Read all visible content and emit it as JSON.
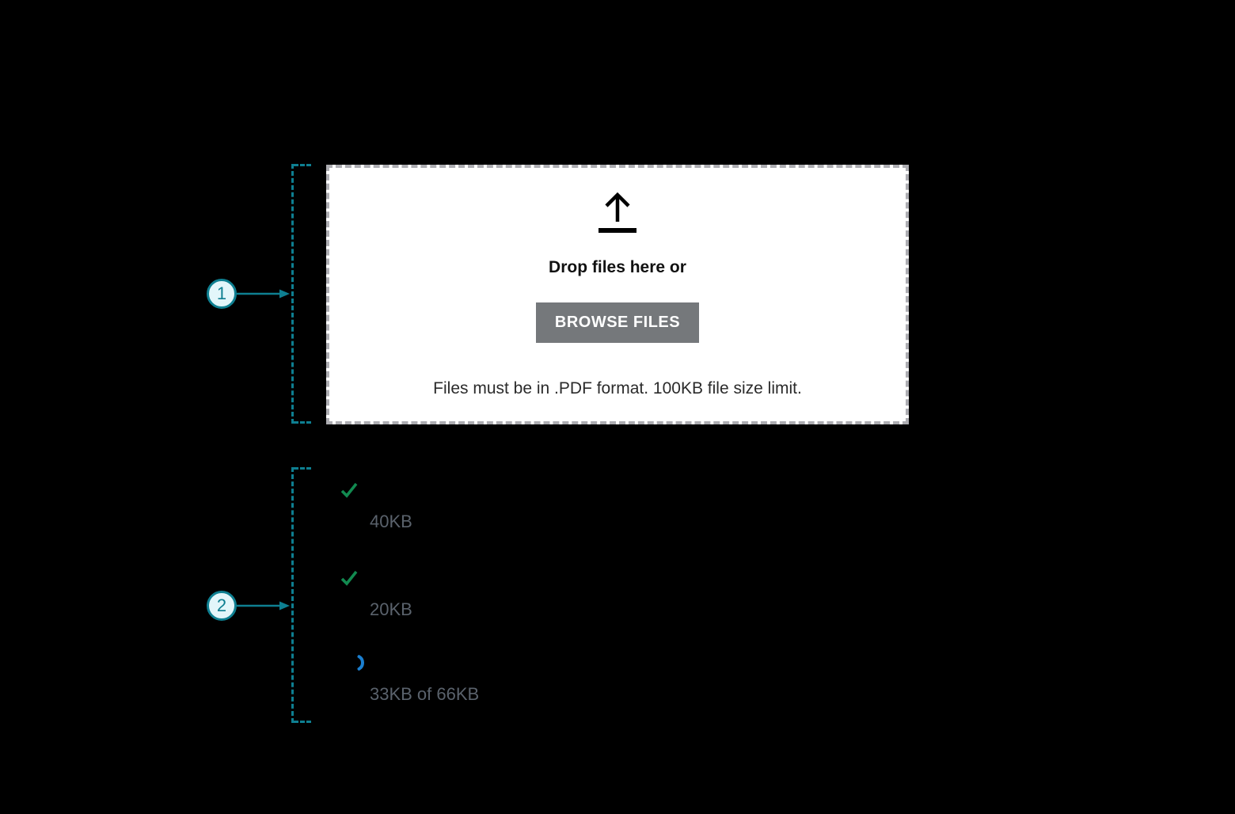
{
  "markers": [
    {
      "label": "1"
    },
    {
      "label": "2"
    }
  ],
  "dropzone": {
    "icon": "upload-arrow-icon",
    "title": "Drop files here or",
    "browse_button": "BROWSE FILES",
    "helper": "Files must be in .PDF format. 100KB file size limit."
  },
  "uploads": [
    {
      "icon": "check-icon",
      "status": "complete",
      "size": "40KB"
    },
    {
      "icon": "check-icon",
      "status": "complete",
      "size": "20KB"
    },
    {
      "icon": "spinner-icon",
      "status": "uploading",
      "size": "33KB of 66KB"
    }
  ],
  "colors": {
    "background": "#000000",
    "annotation_teal": "#0E7F91",
    "annotation_fill": "#E3F6FA",
    "success_green": "#128A50",
    "progress_blue": "#1B7FD0",
    "button_gray": "#75787B",
    "size_text_gray": "#5A626C",
    "dropzone_border_gray": "#ADADB2",
    "dropzone_background": "#FFFFFF"
  }
}
